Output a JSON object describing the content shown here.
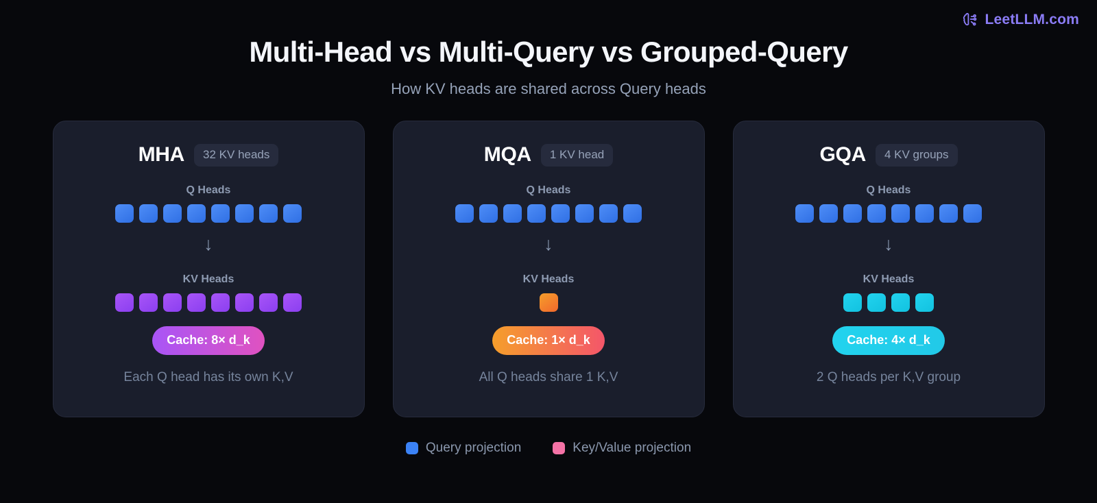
{
  "brand": {
    "name": "LeetLLM.com",
    "icon": "brain-icon",
    "color": "#8b7cf6"
  },
  "header": {
    "title": "Multi-Head vs Multi-Query vs Grouped-Query",
    "subtitle": "How KV heads are shared across Query heads"
  },
  "cards": [
    {
      "name": "MHA",
      "badge": "32 KV heads",
      "q_label": "Q Heads",
      "q_count": 8,
      "arrow": "↓",
      "kv_label": "KV Heads",
      "kv_count": 8,
      "kv_color": "#a855f7",
      "cache": "Cache: 8× d_k",
      "note": "Each Q head has its own K,V"
    },
    {
      "name": "MQA",
      "badge": "1 KV head",
      "q_label": "Q Heads",
      "q_count": 8,
      "arrow": "↓",
      "kv_label": "KV Heads",
      "kv_count": 1,
      "kv_color": "#f59e2b",
      "cache": "Cache: 1× d_k",
      "note": "All Q heads share 1 K,V"
    },
    {
      "name": "GQA",
      "badge": "4 KV groups",
      "q_label": "Q Heads",
      "q_count": 8,
      "arrow": "↓",
      "kv_label": "KV Heads",
      "kv_count": 4,
      "kv_color": "#22d3ee",
      "cache": "Cache: 4× d_k",
      "note": "2 Q heads per K,V group"
    }
  ],
  "legend": [
    {
      "label": "Query projection",
      "color": "#3b82f6"
    },
    {
      "label": "Key/Value projection",
      "color": "#f472a6"
    }
  ]
}
